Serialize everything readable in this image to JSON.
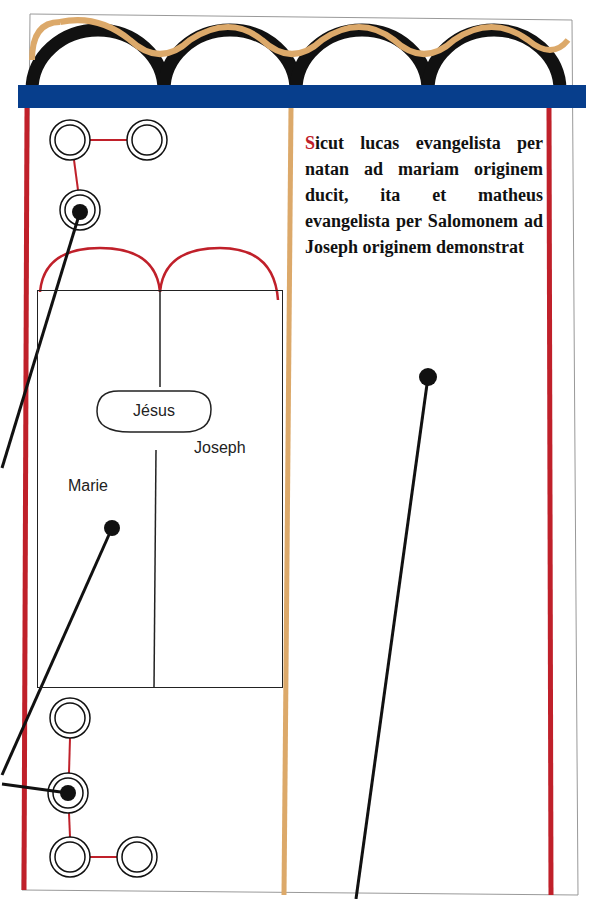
{
  "diagram": {
    "nodes": [
      {
        "text": [
          "Joseph",
          "Marie"
        ]
      },
      {
        "text": [
          "Jésus"
        ],
        "in": 0
      }
    ],
    "labels": [
      "Sicut lucas evangelista per natan ad mariam originem ducit, ita et matheus evangelista per Salomonem ad Joseph originem demonstrat"
    ]
  }
}
